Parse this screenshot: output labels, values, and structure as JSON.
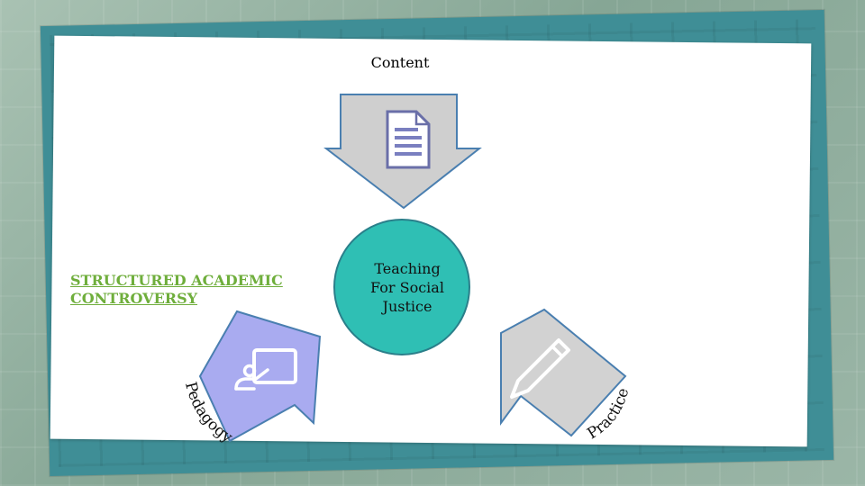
{
  "diagram": {
    "top_label": "Content",
    "center_label_lines": [
      "Teaching",
      "For Social",
      "Justice"
    ],
    "left_link": "STRUCTURED ACADEMIC CONTROVERSY",
    "pedagogy_label": "Pedagogy",
    "practice_label": "Practice"
  },
  "icons": {
    "content": "document-icon",
    "pedagogy": "teacher-board-icon",
    "practice": "pencil-icon"
  },
  "colors": {
    "content_arrow": "#cfcfcf",
    "pedagogy_arrow": "#a9abf0",
    "practice_arrow": "#d2d2d2",
    "center_circle": "#2fbfb4",
    "link": "#6fae3c"
  }
}
